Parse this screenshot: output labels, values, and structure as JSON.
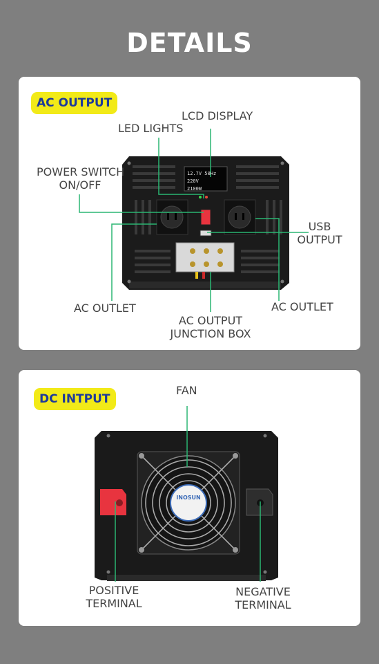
{
  "page": {
    "title": "DETAILS"
  },
  "ac_output": {
    "badge": "AC OUTPUT",
    "lcd_display": "LCD DISPLAY",
    "led_lights": "LED LIGHTS",
    "power_switch": [
      "POWER SWITCH",
      "ON/OFF"
    ],
    "usb_output": [
      "USB",
      "OUTPUT"
    ],
    "ac_outlet_left": "AC OUTLET",
    "ac_outlet_right": "AC OUTLET",
    "junction_box": [
      "AC OUTPUT",
      "JUNCTION BOX"
    ],
    "lcd_readout": {
      "voltage": "12.7V",
      "frequency": "50Hz",
      "output": "220V",
      "power": "2100W"
    }
  },
  "dc_input": {
    "badge": "DC INTPUT",
    "fan": "FAN",
    "positive_terminal": [
      "POSITIVE",
      "TERMINAL"
    ],
    "negative_terminal": [
      "NEGATIVE",
      "TERMINAL"
    ],
    "fan_sticker": "INOSUN"
  },
  "colors": {
    "background": "#7f7f7f",
    "card": "#ffffff",
    "badge": "#f2ea18",
    "badge_text": "#1e3a9a",
    "leader_line": "#2bb673",
    "device_body": "#1c1c1c",
    "positive_cap": "#e8343f",
    "negative_cap": "#2a2a2a"
  }
}
